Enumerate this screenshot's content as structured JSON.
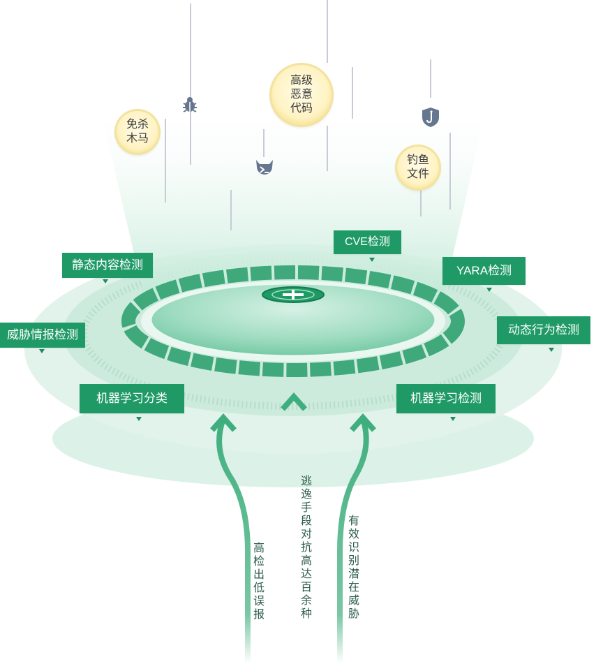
{
  "colors": {
    "accent": "#1f9a66",
    "accent_dark": "#157a4f",
    "disc_light": "#dff3ea",
    "disc_mid": "#bfe6d4",
    "coin_fill": "#fff3c4",
    "threat_line": "#c6ccd6",
    "icon": "#66768f"
  },
  "threats": [
    {
      "text": "高级\n恶意\n代码",
      "icon": "coin"
    },
    {
      "text": "免杀\n木马",
      "icon": "coin"
    },
    {
      "text": "钓鱼\n文件",
      "icon": "coin"
    }
  ],
  "threat_icons": [
    "bug-icon",
    "terminal-devil-icon",
    "hook-shield-icon"
  ],
  "detection_labels": [
    {
      "id": "cve",
      "text": "CVE检测"
    },
    {
      "id": "static",
      "text": "静态内容检测"
    },
    {
      "id": "yara",
      "text": "YARA检测"
    },
    {
      "id": "intel",
      "text": "威胁情报检测"
    },
    {
      "id": "dynamic",
      "text": "动态行为检测"
    },
    {
      "id": "ml-classify",
      "text": "机器学习分类"
    },
    {
      "id": "ml-detect",
      "text": "机器学习检测"
    }
  ],
  "benefits": [
    {
      "id": "low-false",
      "text": "高检出低误报"
    },
    {
      "id": "evasion",
      "text": "逃逸手段对抗高达百余种"
    },
    {
      "id": "latent",
      "text": "有效识别潜在威胁"
    }
  ]
}
